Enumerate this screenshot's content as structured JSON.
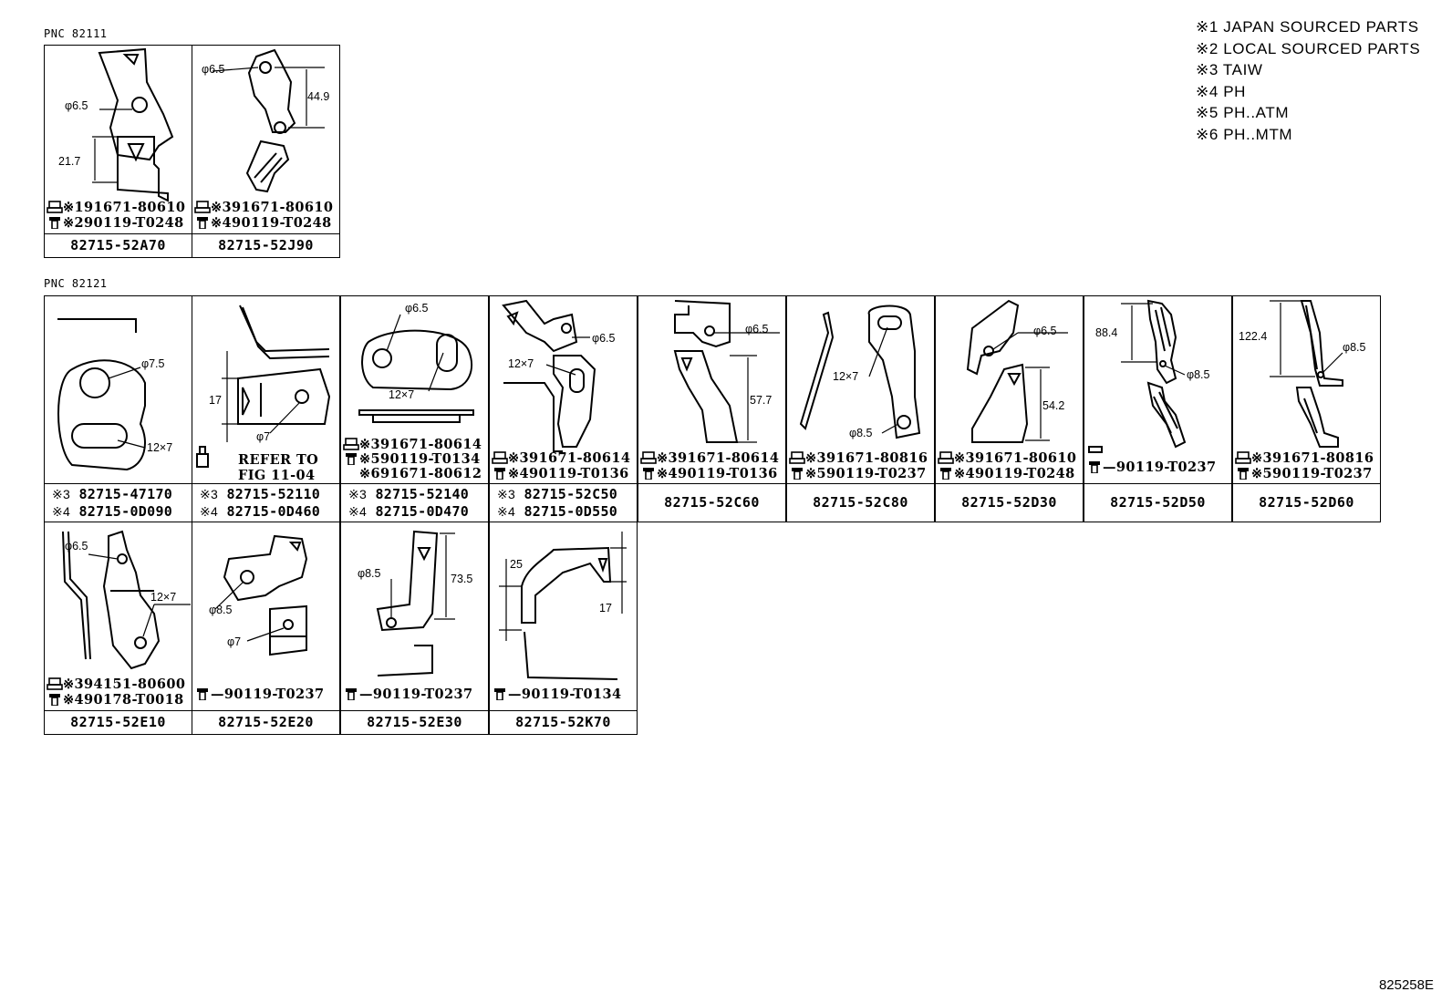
{
  "sections": [
    {
      "label": "PNC 82111"
    },
    {
      "label": "PNC 82121"
    }
  ],
  "legend": [
    "※1 JAPAN SOURCED PARTS",
    "※2 LOCAL SOURCED PARTS",
    "※3 TAIW",
    "※4 PH",
    "※5 PH..ATM",
    "※6 PH..MTM"
  ],
  "ref_code": "825258E",
  "cells": {
    "a70": {
      "dims": [
        "φ6.5",
        "21.7"
      ],
      "parts": [
        "※191671-80610",
        "※290119-T0248"
      ],
      "pn": "82715-52A70"
    },
    "j90": {
      "dims": [
        "φ6.5",
        "44.9"
      ],
      "parts": [
        "※391671-80610",
        "※490119-T0248"
      ],
      "pn": "82715-52J90"
    },
    "c47170": {
      "dims": [
        "φ7.5",
        "12×7"
      ],
      "pns": [
        {
          "pfx": "※3",
          "num": "82715-47170"
        },
        {
          "pfx": "※4",
          "num": "82715-0D090"
        }
      ]
    },
    "c52110": {
      "dims": [
        "17",
        "φ7"
      ],
      "note": [
        "REFER TO",
        "FIG 11-04"
      ],
      "pns": [
        {
          "pfx": "※3",
          "num": "82715-52110"
        },
        {
          "pfx": "※4",
          "num": "82715-0D460"
        }
      ]
    },
    "c52140": {
      "dims": [
        "φ6.5",
        "12×7"
      ],
      "parts": [
        "※391671-80614",
        "※590119-T0134",
        "※691671-80612"
      ],
      "pns": [
        {
          "pfx": "※3",
          "num": "82715-52140"
        },
        {
          "pfx": "※4",
          "num": "82715-0D470"
        }
      ]
    },
    "c52c50": {
      "dims": [
        "φ6.5",
        "12×7"
      ],
      "parts": [
        "※391671-80614",
        "※490119-T0136"
      ],
      "pns": [
        {
          "pfx": "※3",
          "num": "82715-52C50"
        },
        {
          "pfx": "※4",
          "num": "82715-0D550"
        }
      ]
    },
    "c60": {
      "dims": [
        "φ6.5",
        "57.7"
      ],
      "parts": [
        "※391671-80614",
        "※490119-T0136"
      ],
      "pn": "82715-52C60"
    },
    "c80": {
      "dims": [
        "12×7",
        "φ8.5"
      ],
      "parts": [
        "※391671-80816",
        "※590119-T0237"
      ],
      "pn": "82715-52C80"
    },
    "d30": {
      "dims": [
        "φ6.5",
        "54.2"
      ],
      "parts": [
        "※391671-80610",
        "※490119-T0248"
      ],
      "pn": "82715-52D30"
    },
    "d50": {
      "dims": [
        "88.4",
        "φ8.5"
      ],
      "parts": [
        "90119-T0237"
      ],
      "pn": "82715-52D50"
    },
    "d60": {
      "dims": [
        "122.4",
        "φ8.5"
      ],
      "parts": [
        "※391671-80816",
        "※590119-T0237"
      ],
      "pn": "82715-52D60"
    },
    "e10": {
      "dims": [
        "φ6.5",
        "12×7"
      ],
      "parts": [
        "※394151-80600",
        "※490178-T0018"
      ],
      "pn": "82715-52E10"
    },
    "e20": {
      "dims": [
        "φ8.5",
        "φ7"
      ],
      "parts": [
        "90119-T0237"
      ],
      "pn": "82715-52E20"
    },
    "e30": {
      "dims": [
        "φ8.5",
        "73.5"
      ],
      "parts": [
        "90119-T0237"
      ],
      "pn": "82715-52E30"
    },
    "k70": {
      "dims": [
        "25",
        "17"
      ],
      "parts": [
        "90119-T0134"
      ],
      "pn": "82715-52K70"
    }
  }
}
